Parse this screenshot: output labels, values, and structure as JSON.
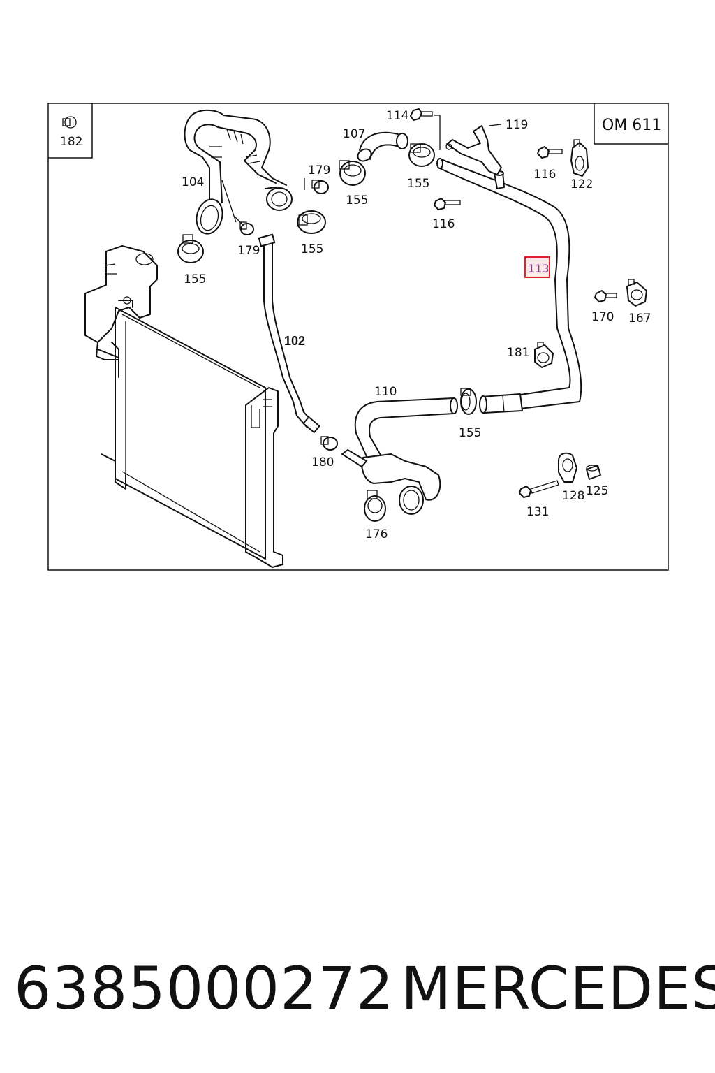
{
  "engine_label": "OM 611",
  "inset_part": "182",
  "callouts": {
    "c102": "102",
    "c104": "104",
    "c107": "107",
    "c110": "110",
    "c113": "113",
    "c114": "114",
    "c116a": "116",
    "c116b": "116",
    "c119": "119",
    "c122": "122",
    "c125": "125",
    "c128": "128",
    "c131": "131",
    "c155a": "155",
    "c155b": "155",
    "c155c": "155",
    "c155d": "155",
    "c155e": "155",
    "c167": "167",
    "c170": "170",
    "c176": "176",
    "c179a": "179",
    "c179b": "179",
    "c180": "180",
    "c181": "181"
  },
  "highlight_color": "#e0202a",
  "footer": {
    "part_number": "6385000272",
    "brand": "MERCEDES"
  }
}
